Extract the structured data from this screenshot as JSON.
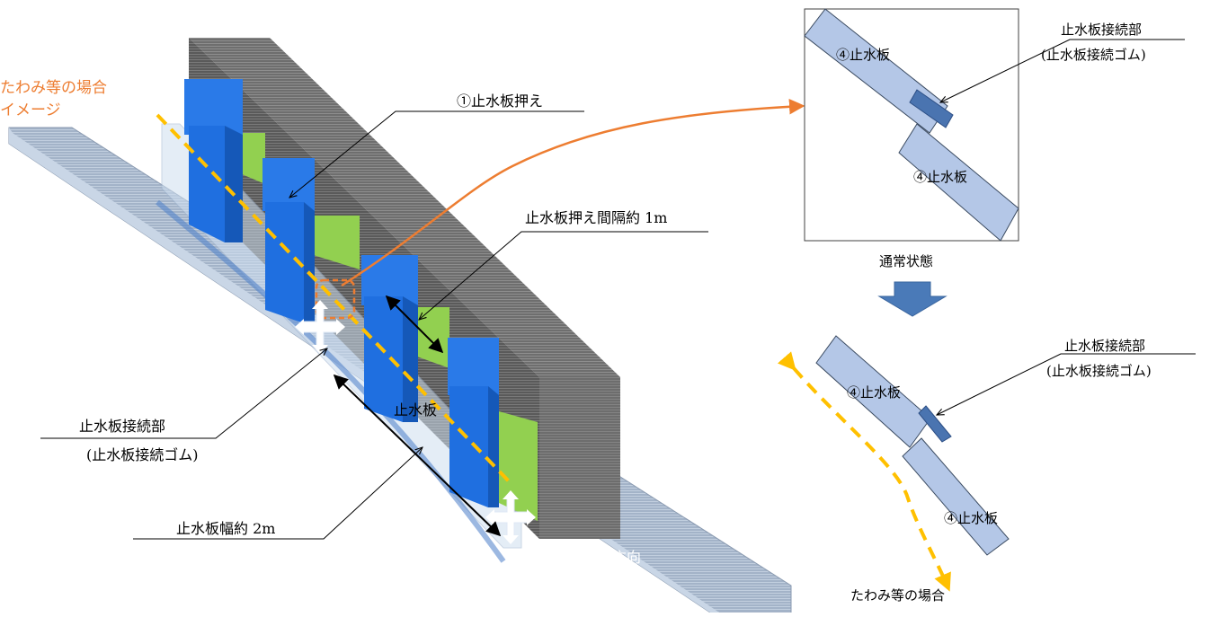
{
  "main_diagram": {
    "callout_deflection_line1": "たわみ等の場合",
    "callout_deflection_line2": "イメージ",
    "label_plate_press": "①止水板押え",
    "label_press_spacing": "止水板押え間隔約 1m",
    "label_joint": "止水板接続部",
    "label_joint_rubber": "(止水板接続ゴム)",
    "label_plate": "止水板",
    "label_width": "止水板幅約 2m",
    "label_follow_direction": "止水板の追従方向"
  },
  "detail_normal": {
    "plate_label_a": "④止水板",
    "plate_label_b": "④止水板",
    "joint_label": "止水板接続部",
    "joint_rubber_label": "(止水板接続ゴム)",
    "caption": "通常状態"
  },
  "detail_deflection": {
    "plate_label_a": "④止水板",
    "plate_label_b": "④止水板",
    "joint_label": "止水板接続部",
    "joint_rubber_label": "(止水板接続ゴム)",
    "caption": "たわみ等の場合"
  },
  "colors": {
    "wall": "#595959",
    "ground": "#a9b8cc",
    "press_blue": "#1f6fe0",
    "panel_green": "#92d050",
    "plate_fill": "#b4c7e7",
    "deflection_orange": "#ed7d31",
    "deflection_yellow": "#ffc000",
    "down_arrow": "#4a7ab8"
  }
}
